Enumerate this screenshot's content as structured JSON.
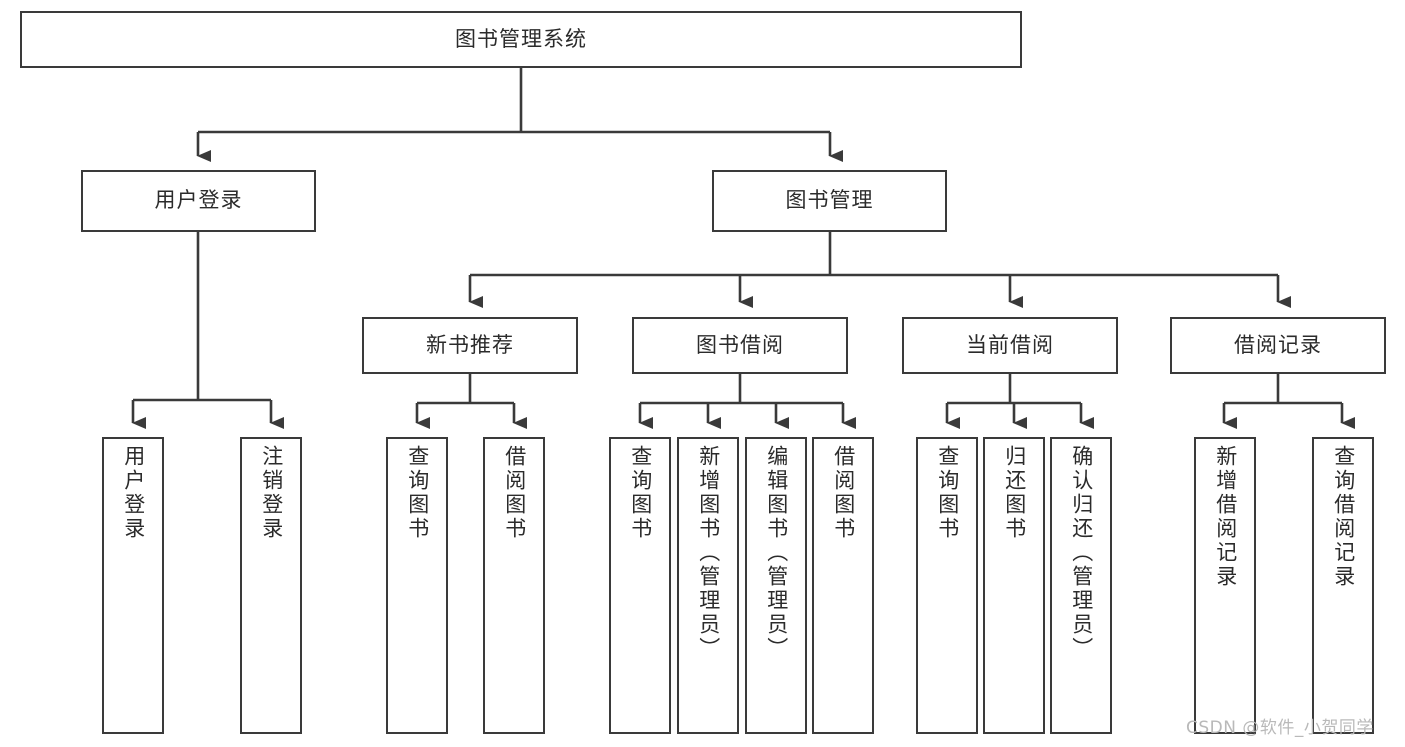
{
  "diagram": {
    "type": "tree-hierarchy",
    "title": "图书管理系统",
    "orientation": "top-down",
    "background_color": "#ffffff",
    "line_color": "#3a3a3a",
    "box_border_color": "#3a3a3a",
    "text_color": "#2b2b2b"
  },
  "root": {
    "label": "图书管理系统"
  },
  "level2": [
    {
      "label": "用户登录"
    },
    {
      "label": "图书管理"
    }
  ],
  "level3": [
    {
      "label": "新书推荐"
    },
    {
      "label": "图书借阅"
    },
    {
      "label": "当前借阅"
    },
    {
      "label": "借阅记录"
    }
  ],
  "leaves": {
    "user_login": [
      {
        "label": "用户登录"
      },
      {
        "label": "注销登录"
      }
    ],
    "new_book_recommend": [
      {
        "label": "查询图书"
      },
      {
        "label": "借阅图书"
      }
    ],
    "book_borrow": [
      {
        "label": "查询图书"
      },
      {
        "label": "新增图书（管理员）"
      },
      {
        "label": "编辑图书（管理员）"
      },
      {
        "label": "借阅图书"
      }
    ],
    "current_borrow": [
      {
        "label": "查询图书"
      },
      {
        "label": "归还图书"
      },
      {
        "label": "确认归还（管理员）"
      }
    ],
    "borrow_record": [
      {
        "label": "新增借阅记录"
      },
      {
        "label": "查询借阅记录"
      }
    ]
  },
  "watermark": {
    "text": "CSDN @软件_小贺同学"
  }
}
